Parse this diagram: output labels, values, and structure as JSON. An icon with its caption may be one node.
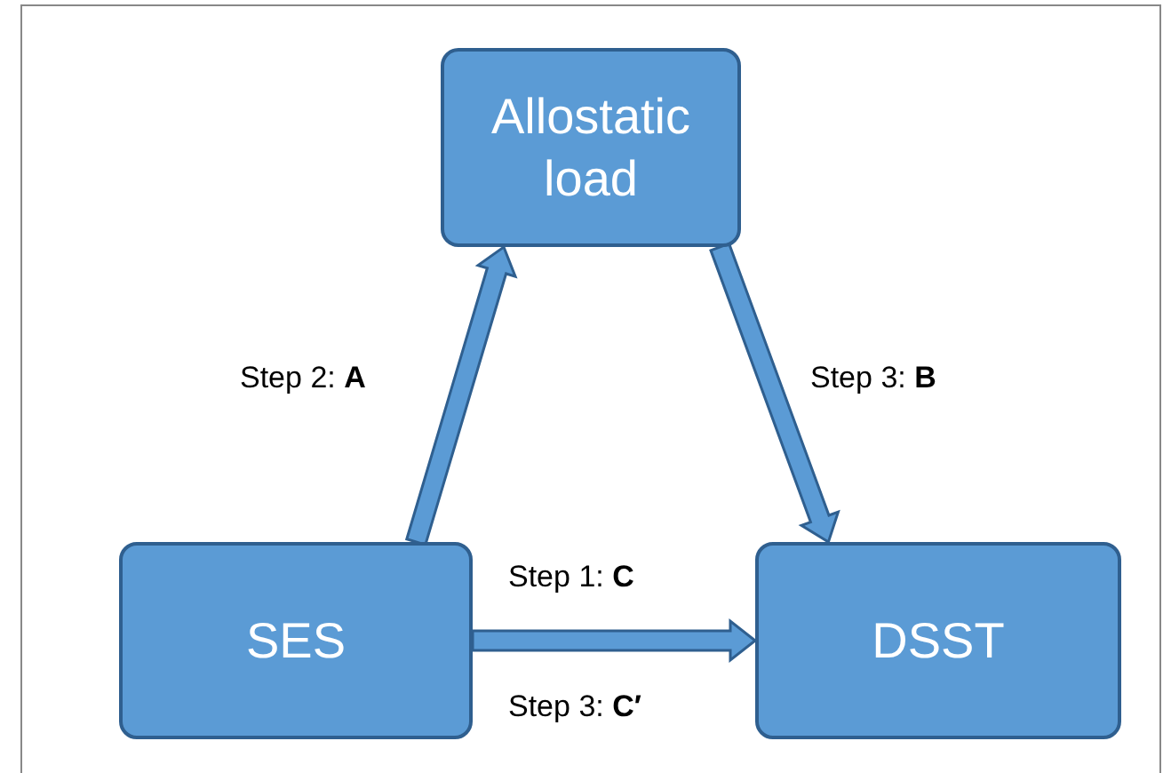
{
  "diagram": {
    "nodes": [
      {
        "text": [
          "Allostatic load"
        ]
      },
      {
        "text": [
          "SES"
        ]
      },
      {
        "text": [
          "DSST"
        ]
      }
    ],
    "edges": [
      {
        "from": 1,
        "to": 0,
        "arrow": "to",
        "label": "Step 2: **A**"
      },
      {
        "from": 0,
        "to": 2,
        "arrow": "to",
        "label": "Step 3: **B**"
      },
      {
        "from": 1,
        "to": 2,
        "arrow": "to",
        "label": "Step 1: **C**"
      }
    ],
    "labels": [
      "Step 3: **C′**"
    ]
  }
}
